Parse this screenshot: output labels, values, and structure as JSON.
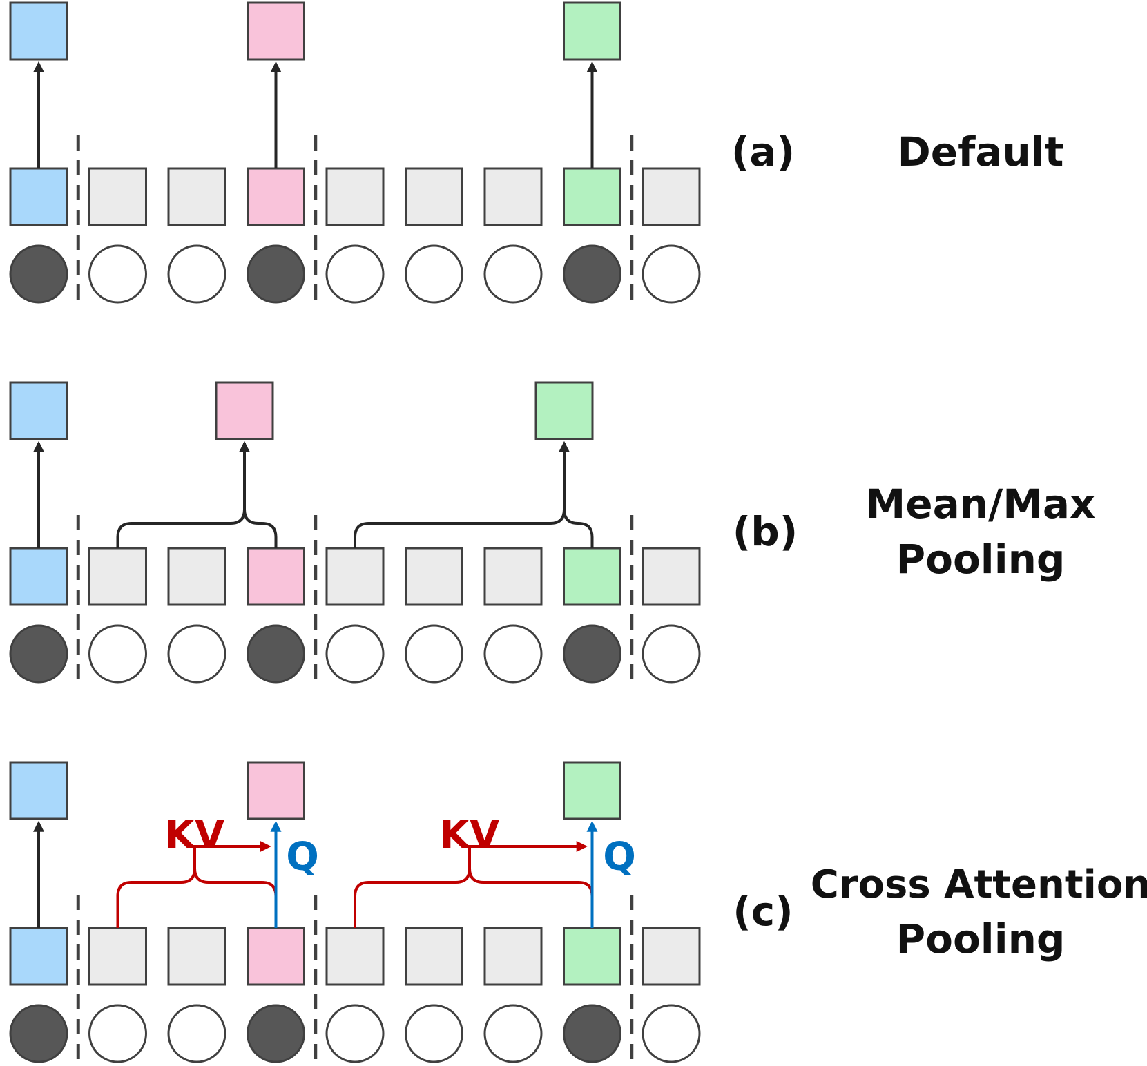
{
  "panels": [
    {
      "id": "a",
      "tag": "(a)",
      "title_lines": [
        "Default"
      ],
      "method": "default"
    },
    {
      "id": "b",
      "tag": "(b)",
      "title_lines": [
        "Mean/Max",
        "Pooling"
      ],
      "method": "pooling"
    },
    {
      "id": "c",
      "tag": "(c)",
      "title_lines": [
        "Cross Attention",
        "Pooling"
      ],
      "method": "cross_attention",
      "kv_label": "KV",
      "q_label": "Q"
    }
  ],
  "tokens": {
    "count": 9,
    "special_indices": [
      0,
      3,
      7
    ],
    "segment_boundaries_after": [
      0,
      3,
      7
    ]
  },
  "segments": [
    {
      "special_index": 0,
      "pooled_range": null,
      "color": "#a9d8fb"
    },
    {
      "special_index": 3,
      "pooled_range": [
        1,
        3
      ],
      "color": "#f9c3da"
    },
    {
      "special_index": 7,
      "pooled_range": [
        4,
        7
      ],
      "color": "#b3f1c0"
    }
  ],
  "colors": {
    "stroke": "#404040",
    "plain_square": "#ebebeb",
    "special_token": "#575757",
    "plain_token": "#ffffff",
    "kv": "#c00000",
    "q": "#0070c0",
    "arrow": "#262626"
  }
}
